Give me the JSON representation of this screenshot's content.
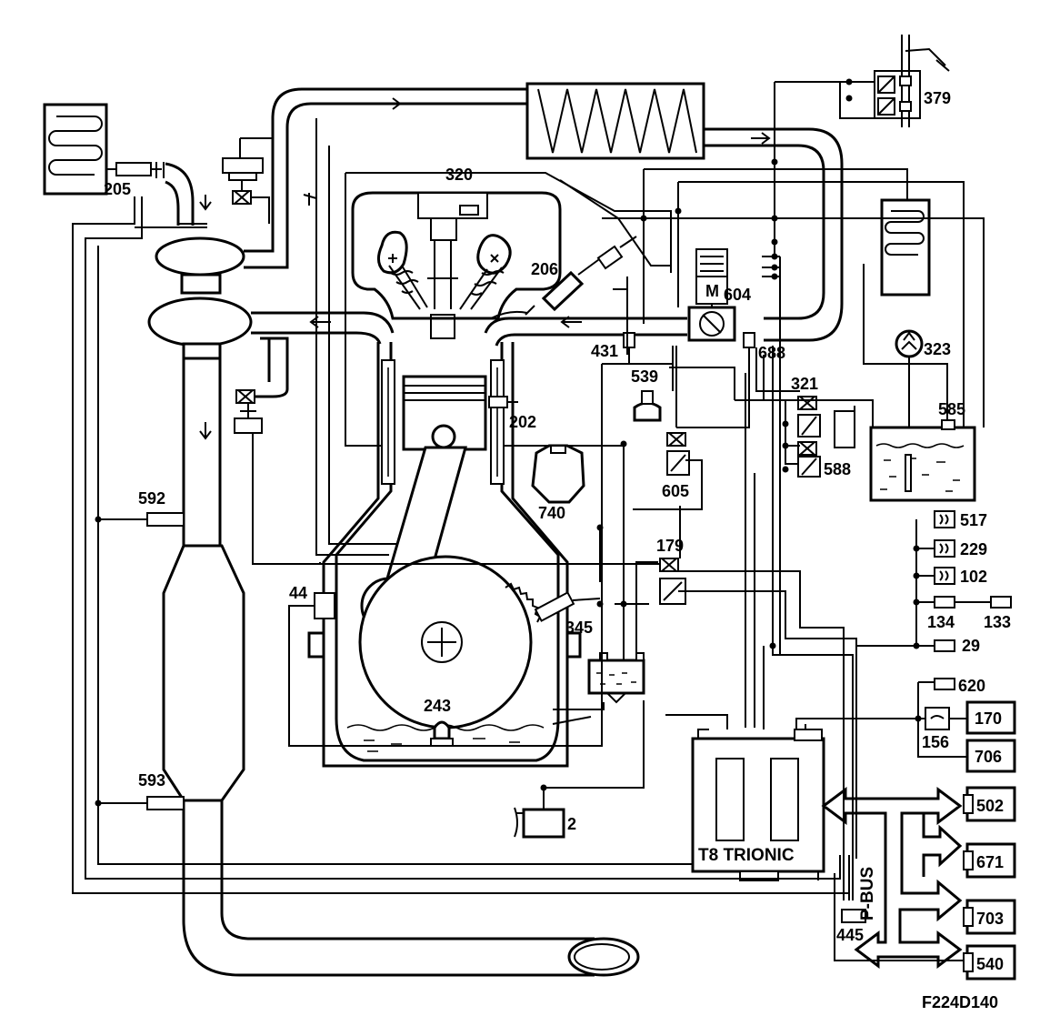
{
  "diagram": {
    "code": "F224D140",
    "ecu_label": "T8 TRIONIC",
    "bus_label": "P-BUS",
    "components": {
      "c2": "2",
      "c29": "29",
      "c44": "44",
      "c102": "102",
      "c133": "133",
      "c134": "134",
      "c156": "156",
      "c170": "170",
      "c179": "179",
      "c202": "202",
      "c205": "205",
      "c206": "206",
      "c229": "229",
      "c243": "243",
      "c320": "320",
      "c321": "321",
      "c323": "323",
      "c345": "345",
      "c379": "379",
      "c431": "431",
      "c445": "445",
      "c502": "502",
      "c517": "517",
      "c539": "539",
      "c540": "540",
      "c585": "585",
      "c588": "588",
      "c592": "592",
      "c593": "593",
      "c604": "604",
      "c605": "605",
      "c620": "620",
      "c671": "671",
      "c688": "688",
      "c703": "703",
      "c706": "706",
      "c740": "740"
    }
  }
}
